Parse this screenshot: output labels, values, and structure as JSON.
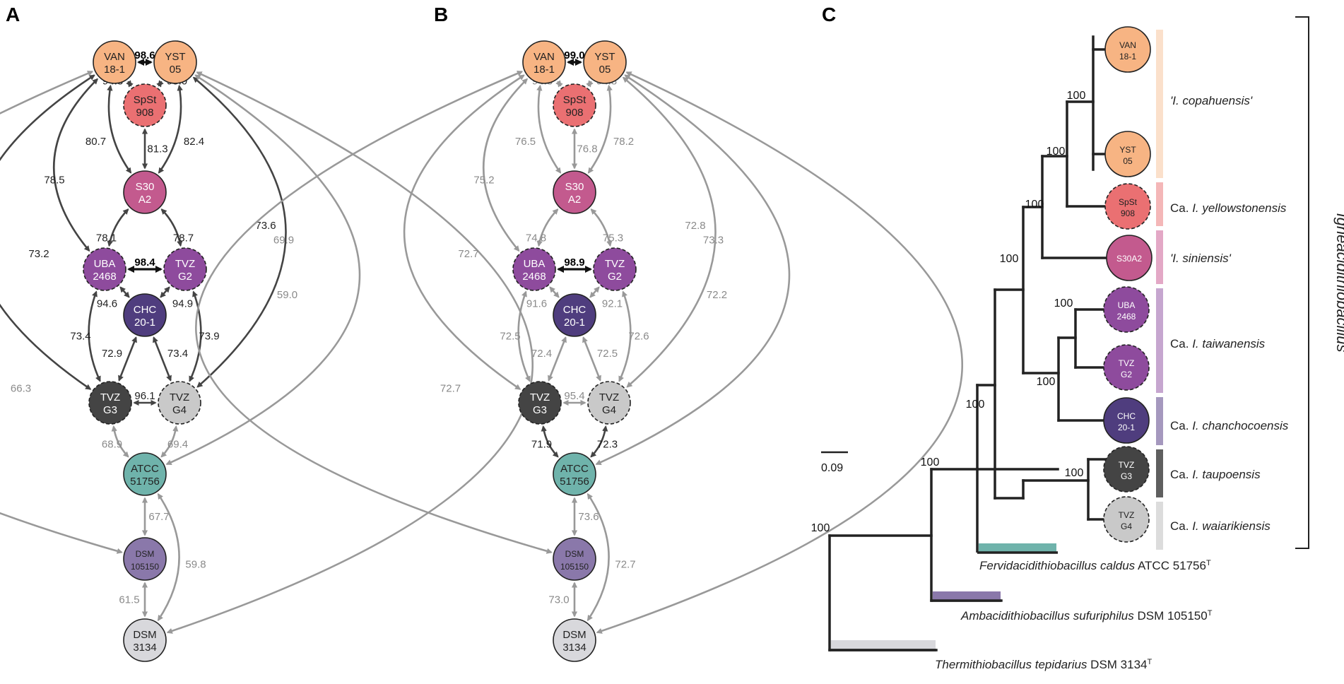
{
  "panels": {
    "a": "A",
    "b": "B",
    "c": "C"
  },
  "colors": {
    "VAN": "#f7b483",
    "YST": "#f7b483",
    "SpSt": "#ea7072",
    "S30": "#c35a8e",
    "UBA": "#8e4b9d",
    "TVZG2": "#8e4b9d",
    "CHC": "#4f3d7e",
    "TVZG3": "#444444",
    "TVZG4": "#c9c9c9",
    "ATCC": "#6fb3ab",
    "DSM105150": "#8a78aa",
    "DSM3134": "#d8d8dc",
    "dark_arrow": "#444444",
    "grey_arrow": "#999999",
    "black_arrow": "#111111"
  },
  "nodes": {
    "VAN": {
      "l1": "VAN",
      "l2": "18-1"
    },
    "YST": {
      "l1": "YST",
      "l2": "05"
    },
    "SpSt": {
      "l1": "SpSt",
      "l2": "908"
    },
    "S30": {
      "l1": "S30",
      "l2": "A2"
    },
    "UBA": {
      "l1": "UBA",
      "l2": "2468"
    },
    "TVZG2": {
      "l1": "TVZ",
      "l2": "G2"
    },
    "CHC": {
      "l1": "CHC",
      "l2": "20-1"
    },
    "TVZG3": {
      "l1": "TVZ",
      "l2": "G3"
    },
    "TVZG4": {
      "l1": "TVZ",
      "l2": "G4"
    },
    "ATCC": {
      "l1": "ATCC",
      "l2": "51756"
    },
    "DSM105150": {
      "l1": "DSM",
      "l2": "105150"
    },
    "DSM3134": {
      "l1": "DSM",
      "l2": "3134"
    },
    "S30A2_tree": "S30A2"
  },
  "panel_a_values": {
    "van_yst": "98.6",
    "van_spst": "94.8",
    "yst_spst": "95.0",
    "van_s30": "80.7",
    "spst_s30": "81.3",
    "yst_s30": "82.4",
    "van_uba": "78.5",
    "yst_tvzg4": "73.6",
    "van_tvzg3": "73.2",
    "s30_uba": "78.1",
    "s30_tvzg2": "78.7",
    "uba_tvzg2": "98.4",
    "uba_tvzg3": "73.4",
    "tvzg2_tvzg4": "73.9",
    "uba_chc": "94.6",
    "tvzg2_chc": "94.9",
    "chc_tvzg3": "72.9",
    "chc_tvzg4": "73.4",
    "tvzg3_tvzg4": "96.1",
    "tvzg3_atcc": "68.9",
    "tvzg4_atcc": "69.4",
    "atcc_dsm105150": "67.7",
    "dsm105150_dsm3134": "61.5",
    "van_dsm105150": "66.3",
    "yst_atcc": "69.9",
    "yst_dsm3134": "59.0",
    "atcc_dsm3134": "59.8"
  },
  "panel_b_values": {
    "van_yst": "99.0",
    "van_spst": "94.8",
    "yst_spst": "94.8",
    "van_s30": "76.5",
    "spst_s30": "76.8",
    "yst_s30": "78.2",
    "van_uba": "75.2",
    "yst_tvzg4": "72.8",
    "van_tvzg3": "72.7",
    "s30_uba": "74.8",
    "s30_tvzg2": "75.3",
    "uba_tvzg2": "98.9",
    "uba_tvzg3": "72.5",
    "tvzg2_tvzg4": "72.6",
    "uba_chc": "91.6",
    "tvzg2_chc": "92.1",
    "chc_tvzg3": "72.4",
    "chc_tvzg4": "72.5",
    "tvzg3_tvzg4": "95.4",
    "tvzg3_atcc": "71.9",
    "tvzg4_atcc": "72.3",
    "atcc_dsm105150": "73.6",
    "dsm105150_dsm3134": "73.0",
    "van_dsm105150": "72.7",
    "yst_atcc": "73.3",
    "yst_dsm3134": "72.2",
    "atcc_dsm3134": "72.7"
  },
  "tree": {
    "bootstrap": [
      "100",
      "100",
      "100",
      "100",
      "100",
      "100",
      "100",
      "100",
      "100"
    ],
    "scale_label": "0.09",
    "clades": [
      {
        "name": "'I. copahuensis'",
        "prefix": ""
      },
      {
        "name": "I. yellowstonensis",
        "prefix": "Ca. "
      },
      {
        "name": "'I. siniensis'",
        "prefix": ""
      },
      {
        "name": "I. taiwanensis",
        "prefix": "Ca. "
      },
      {
        "name": "I. chanchocoensis",
        "prefix": "Ca. "
      },
      {
        "name": "I. taupoensis",
        "prefix": "Ca. "
      },
      {
        "name": "I. waiarikiensis",
        "prefix": "Ca. "
      }
    ],
    "genus": "Igneacidithiobacillus",
    "outgroups": [
      {
        "genus": "Fervidacidithiobacillus caldus",
        "strain": " ATCC 51756",
        "sup": "T"
      },
      {
        "genus": "Ambacidithiobacillus sufuriphilus",
        "strain": " DSM 105150",
        "sup": "T"
      },
      {
        "genus": "Thermithiobacillus tepidarius",
        "strain": " DSM 3134",
        "sup": "T"
      }
    ]
  }
}
